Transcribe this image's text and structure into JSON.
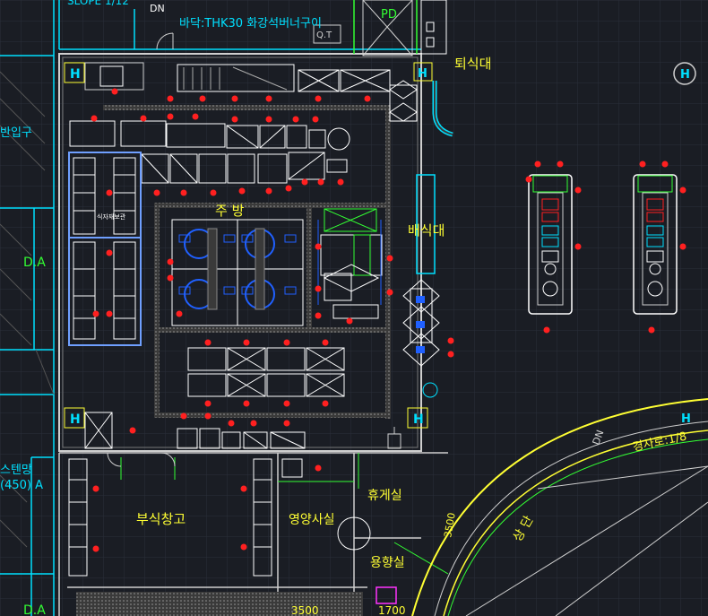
{
  "labels": {
    "slope": "SLOPE 1/12",
    "dn": "DN",
    "top_note": "바닥:THK30 화강석버너구이",
    "pd": "PD",
    "toesikdae": "퇴식대",
    "entrance": "반입구",
    "ju_bang": "주 방",
    "baesikdae": "배식대",
    "da_top": "D.A",
    "da_bottom": "D.A",
    "vent_left": "스텐망",
    "vent_size": "(450) A",
    "busik": "부식창고",
    "yeongyang": "영양사실",
    "hyugye": "휴게실",
    "hyanghwa": "용향실",
    "slope_right": "경사로:1/8",
    "dn_right": "DN",
    "stage": "상 단",
    "dim_3500": "3500",
    "dim_1700": "1700",
    "dim_3500_v": "3500",
    "q_label": "Q.T",
    "h_mark": "H",
    "small_label": "식자재보관"
  },
  "colors": {
    "background": "#1a1d24",
    "grid": "#2a2f3a",
    "wall": "#cfcfcf",
    "cyan": "#00e0ff",
    "yellow": "#ffff33",
    "green": "#33ff33",
    "red": "#ff2020",
    "blue": "#2060ff",
    "magenta": "#ff33ff",
    "white": "#ffffff"
  }
}
